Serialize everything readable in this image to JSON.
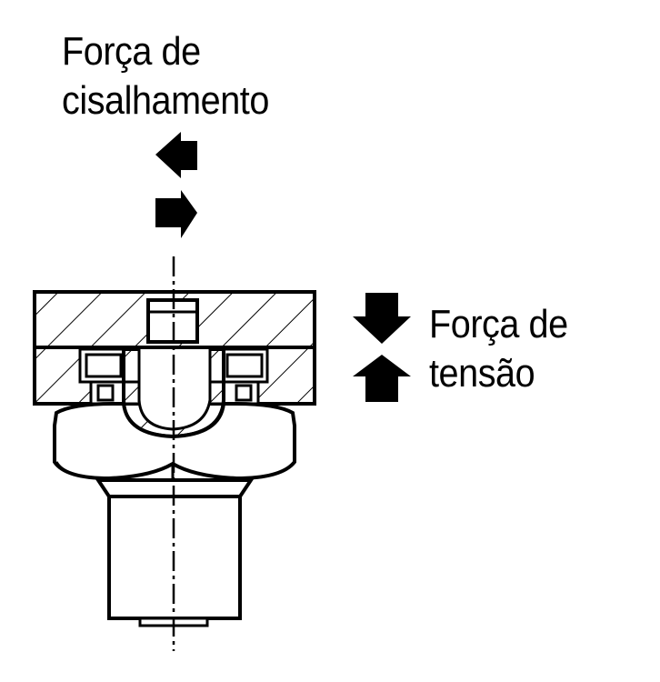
{
  "labels": {
    "shear_line1": "Força de",
    "shear_line2": "cisalhamento",
    "tension_line1": "Força de",
    "tension_line2": "tensão"
  },
  "colors": {
    "ink": "#000000",
    "paper": "#ffffff"
  },
  "icons": {
    "shear": [
      "arrow-left-icon",
      "arrow-right-icon"
    ],
    "tension": [
      "arrow-down-icon",
      "arrow-up-icon"
    ]
  }
}
